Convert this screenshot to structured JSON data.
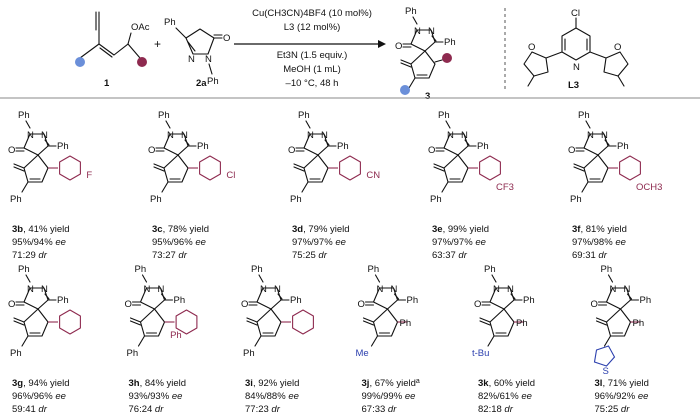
{
  "reaction": {
    "compound1": "1",
    "compound2a": "2a",
    "product": "3",
    "ligand": "L3",
    "reagent_ph_a": "Ph",
    "reagent_ph_b": "Ph",
    "reagent_oac": "OAc",
    "reagent_o": "O",
    "reagent_n1": "N",
    "reagent_n2": "N",
    "conditions": [
      "Cu(CH3CN)4BF4 (10 mol%)",
      "L3 (12 mol%)",
      "Et3N (1.5 equiv.)",
      "MeOH (1 mL)",
      "–10 °C, 48 h"
    ],
    "ligand_cl": "Cl",
    "ligand_n": "N",
    "ligand_o": "O"
  },
  "core": {
    "ph": "Ph",
    "n": "N",
    "o": "O"
  },
  "products": [
    {
      "id": "3b",
      "yield": ", 41% yield",
      "ee": "95%/94%",
      "dr": "71:29",
      "sub": "F",
      "aryl": "Ph"
    },
    {
      "id": "3c",
      "yield": ", 78% yield",
      "ee": "95%/96%",
      "dr": "73:27",
      "sub": "Cl",
      "aryl": "Ph"
    },
    {
      "id": "3d",
      "yield": ", 79% yield",
      "ee": "97%/97%",
      "dr": "75:25",
      "sub": "CN",
      "aryl": "Ph"
    },
    {
      "id": "3e",
      "yield": ", 99% yield",
      "ee": "97%/97%",
      "dr": "63:37",
      "sub": "CF3",
      "aryl": "Ph"
    },
    {
      "id": "3f",
      "yield": ", 81% yield",
      "ee": "97%/98%",
      "dr": "69:31",
      "sub": "OCH3",
      "aryl": "Ph"
    },
    {
      "id": "3g",
      "yield": ", 94% yield",
      "ee": "96%/96%",
      "dr": "59:41",
      "sub": "",
      "aryl": "Ph"
    },
    {
      "id": "3h",
      "yield": ", 84% yield",
      "ee": "93%/93%",
      "dr": "76:24",
      "sub": "Ph",
      "aryl": "Ph"
    },
    {
      "id": "3i",
      "yield": ", 92% yield",
      "ee": "84%/88%",
      "dr": "77:23",
      "sub": "",
      "aryl": "Ph"
    },
    {
      "id": "3j",
      "yield": ", 67% yield",
      "sup": "a",
      "ee": "99%/99%",
      "dr": "67:33",
      "sub": "Me",
      "aryl": "Ph"
    },
    {
      "id": "3k",
      "yield": ", 60% yield",
      "ee": "82%/61%",
      "dr": "82:18",
      "sub": "t-Bu",
      "aryl": "Ph"
    },
    {
      "id": "3l",
      "yield": ", 71% yield",
      "ee": "96%/92%",
      "dr": "75:25",
      "sub": "S",
      "aryl": "Ph"
    }
  ],
  "labels": {
    "ee": "ee",
    "dr": "dr"
  },
  "colors": {
    "aryl": "#8e2a4f",
    "vinyl": "#2b3fae",
    "bond": "#111111"
  }
}
